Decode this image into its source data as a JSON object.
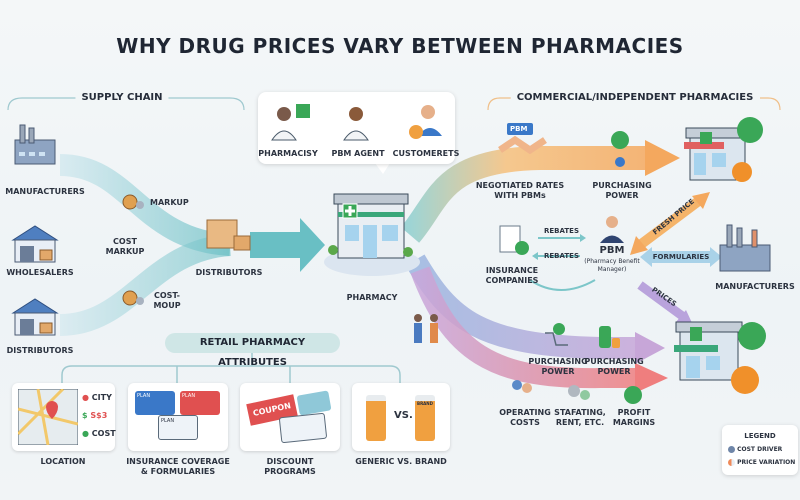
{
  "title": "WHY DRUG PRICES VARY BETWEEN PHARMACIES",
  "supply_chain": {
    "header": "SUPPLY CHAIN",
    "manufacturers": "MANUFACTURERS",
    "markup": "MARKUP",
    "wholesalers": "WHOLESALERS",
    "cost_markup": [
      "COST",
      "MARKUP"
    ],
    "distributors_source": "DISTRIBUTORS",
    "cost_moup": [
      "COST-",
      "MOUP"
    ],
    "distributors": "DISTRIBUTORS"
  },
  "actors": {
    "pharmacist": "PHARMACISY",
    "pbm_agent": "PBM AGENT",
    "customers": "CUSTOMERETS"
  },
  "pharmacy": "PHARMACY",
  "commercial": {
    "header": "COMMERCIAL/INDEPENDENT PHARMACIES",
    "pbm_badge": "PBM",
    "negotiated": [
      "NEGOTIATED RATES",
      "WITH PBMs"
    ],
    "purchasing_power": [
      "PURCHASING",
      "POWER"
    ],
    "fresh_price": "FRESH PRICE",
    "insurance": [
      "INSURANCE",
      "COMPANIES"
    ],
    "rebates_1": "REBATES",
    "rebates_2": "REBATES",
    "pbm": "PBM",
    "pbm_full": [
      "(Pharmacy Benefit",
      "Manager)"
    ],
    "formularies": "FORMULARIES",
    "manufacturers": "MANUFACTURERS",
    "prices": "PRICES",
    "purchasing_power_2": [
      "PURCHASING",
      "POWER"
    ],
    "purchasing_power_3": [
      "PURCHASING",
      "POWER"
    ],
    "operating_costs": [
      "OPERATING",
      "COSTS"
    ],
    "staffing": [
      "STAFATING,",
      "RENT, ETC."
    ],
    "profit_margins": [
      "PROFIT",
      "MARGINS"
    ]
  },
  "retail": {
    "header": "RETAIL PHARMACY ATTRIBUTES",
    "location": {
      "label": "LOCATION",
      "city": "CITY",
      "price": "S$3",
      "cost": "COST"
    },
    "insurance": {
      "label": [
        "INSURANCE COVERAGE",
        "& FORMULARIES"
      ],
      "plan": "PLAN"
    },
    "discount": {
      "label": [
        "DISCOUNT",
        "PROGRAMS"
      ],
      "coupon": "COUPON"
    },
    "generic": {
      "label": "GENERIC VS. BRAND",
      "vs": "VS.",
      "brand": "BRAND"
    }
  },
  "legend": {
    "title": "LEGEND",
    "items": [
      {
        "label": "COST DRIVER",
        "color": "#6f86a8"
      },
      {
        "label": "PRICE VARIATION",
        "color": "#ef8a5a"
      }
    ]
  },
  "colors": {
    "teal": "#7cc6c9",
    "orange": "#f5b46a",
    "purple": "#b99fd6",
    "red": "#ef8b86",
    "green": "#3aa757"
  }
}
